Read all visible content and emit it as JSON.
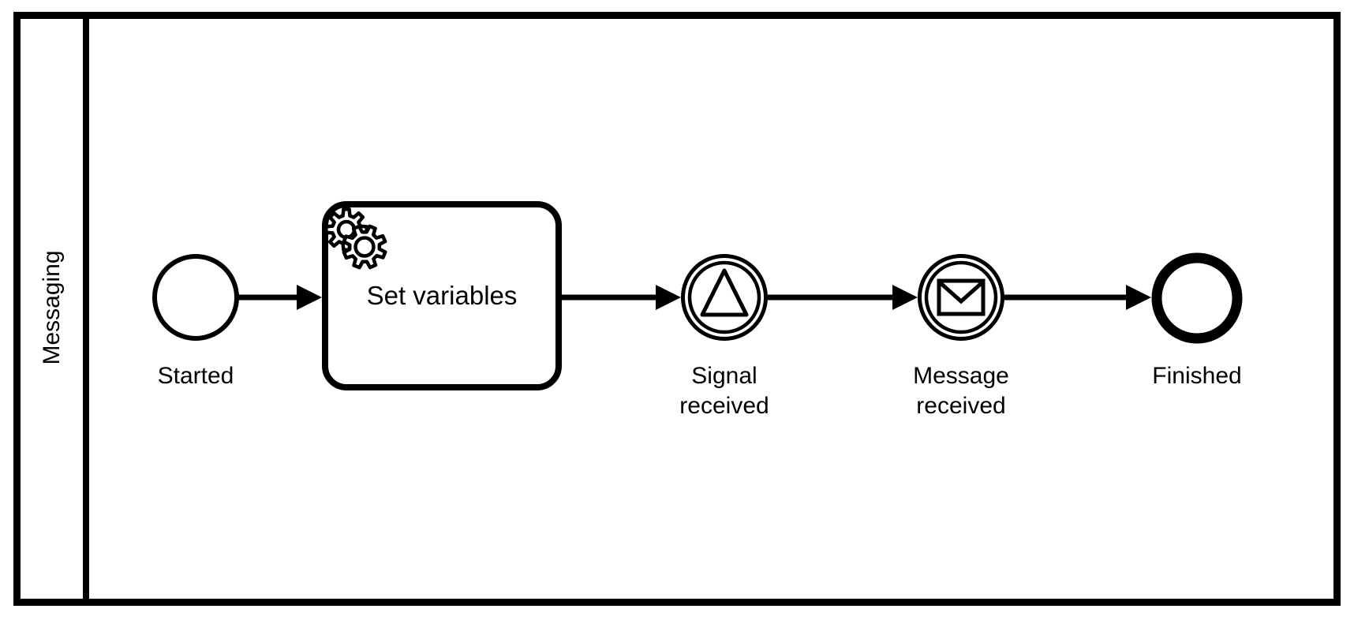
{
  "diagram_type": "BPMN process diagram",
  "pool": {
    "lane_label": "Messaging"
  },
  "nodes": [
    {
      "id": "start",
      "kind": "start-event",
      "label": "Started"
    },
    {
      "id": "task",
      "kind": "service-task",
      "label": "Set variables",
      "icon": "gears-icon"
    },
    {
      "id": "signal",
      "kind": "intermediate-signal-catch-event",
      "label": "Signal received",
      "icon": "signal-triangle-icon"
    },
    {
      "id": "message",
      "kind": "intermediate-message-catch-event",
      "label": "Message received",
      "icon": "envelope-icon"
    },
    {
      "id": "end",
      "kind": "end-event",
      "label": "Finished"
    }
  ],
  "flows": [
    {
      "from": "Started",
      "to": "Set variables"
    },
    {
      "from": "Set variables",
      "to": "Signal received"
    },
    {
      "from": "Signal received",
      "to": "Message received"
    },
    {
      "from": "Message received",
      "to": "Finished"
    }
  ],
  "colors": {
    "stroke": "#000000",
    "fill": "#ffffff"
  }
}
